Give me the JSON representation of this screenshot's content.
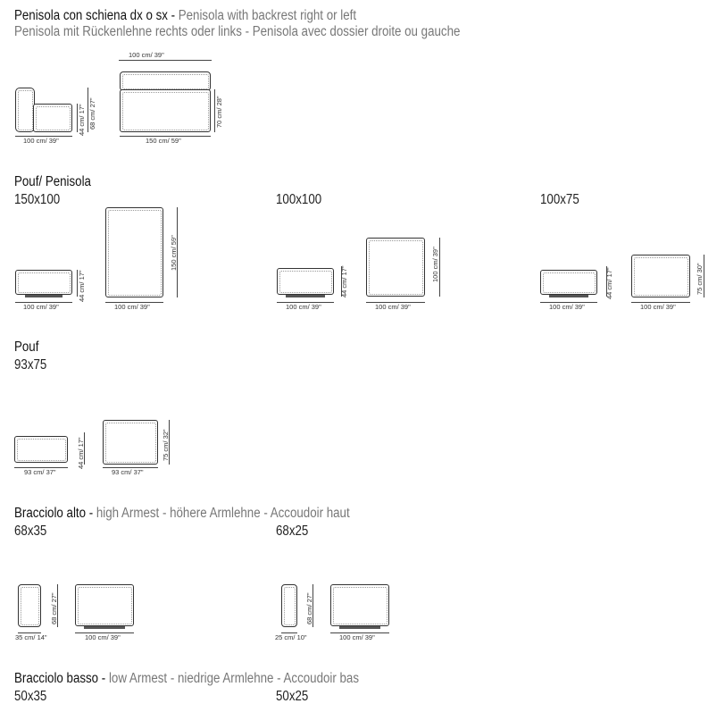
{
  "sections": {
    "penisola_backrest": {
      "title_it": "Penisola con schiena dx o sx - ",
      "title_tr": "Penisola with backrest right or left",
      "subtitle": "Penisola mit Rückenlehne rechts oder links - Penisola avec dossier droite ou gauche",
      "dims": {
        "w_side": "100 cm/ 39\"",
        "h1": "44 cm/ 17\"",
        "h2": "68 cm/ 27\"",
        "top_w": "100 cm/ 39\"",
        "w_top": "150 cm/ 59\"",
        "d_top": "70 cm/ 28\""
      }
    },
    "pouf_penisola": {
      "title": "Pouf/ Penisola",
      "variants": [
        {
          "size": "150x100",
          "w_side": "100 cm/ 39\"",
          "h": "44 cm/ 17\"",
          "w_top": "100 cm/ 39\"",
          "d_top": "150 cm/ 59\""
        },
        {
          "size": "100x100",
          "w_side": "100 cm/ 39\"",
          "h": "44 cm/ 17\"",
          "w_top": "100 cm/ 39\"",
          "d_top": "100 cm/ 39\""
        },
        {
          "size": "100x75",
          "w_side": "100 cm/ 39\"",
          "h": "44 cm/ 17\"",
          "w_top": "100 cm/ 39\"",
          "d_top": "75 cm/ 30\""
        }
      ]
    },
    "pouf": {
      "title": "Pouf",
      "size": "93x75",
      "dims": {
        "w_side": "93 cm/ 37\"",
        "h": "44 cm/ 17\"",
        "w_top": "93 cm/ 37\"",
        "d_top": "75 cm/ 32\""
      }
    },
    "bracciolo_alto": {
      "title_it": "Bracciolo alto - ",
      "title_tr": "high Armest - höhere Armlehne - Accoudoir haut",
      "variants": [
        {
          "size": "68x35",
          "w_side": "35 cm/ 14\"",
          "h": "68 cm/ 27\"",
          "w_top": "100 cm/ 39\""
        },
        {
          "size": "68x25",
          "w_side": "25 cm/ 10\"",
          "h": "68 cm/ 27\"",
          "w_top": "100 cm/ 39\""
        }
      ]
    },
    "bracciolo_basso": {
      "title_it": "Bracciolo basso - ",
      "title_tr": "low Armest - niedrige Armlehne - Accoudoir bas",
      "variants": [
        {
          "size": "50x35"
        },
        {
          "size": "50x25"
        }
      ]
    }
  }
}
